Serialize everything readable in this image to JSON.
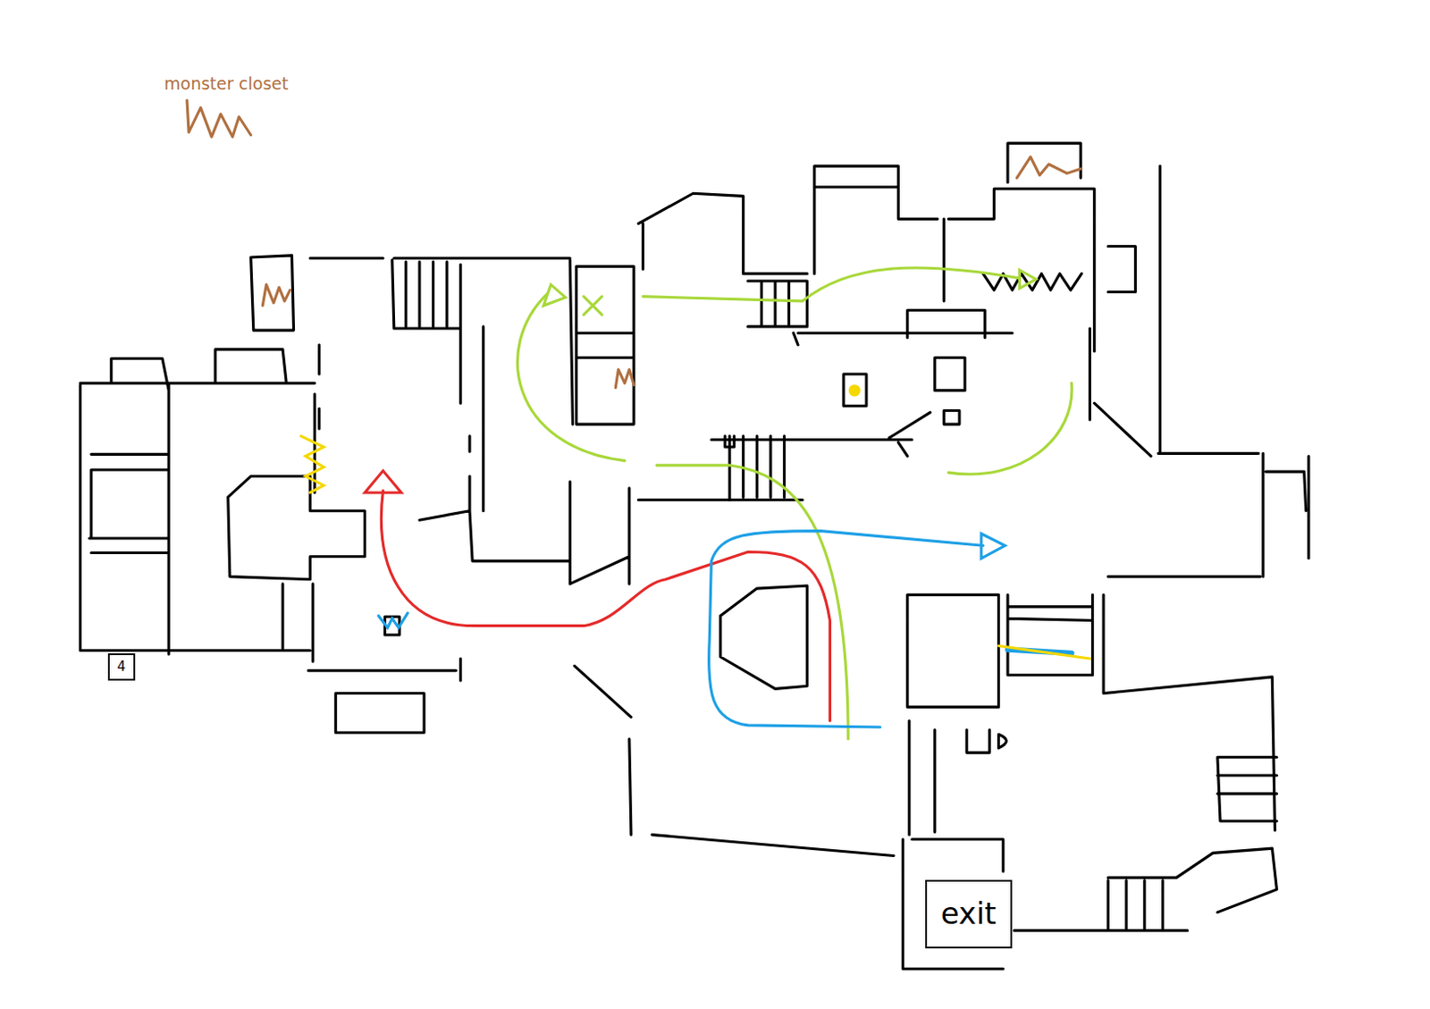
{
  "diagram": {
    "nodes": [
      {
        "text": [
          "4"
        ]
      },
      {
        "text": [
          "exit"
        ]
      }
    ],
    "legend": [
      {
        "text": "monster closet"
      }
    ]
  }
}
